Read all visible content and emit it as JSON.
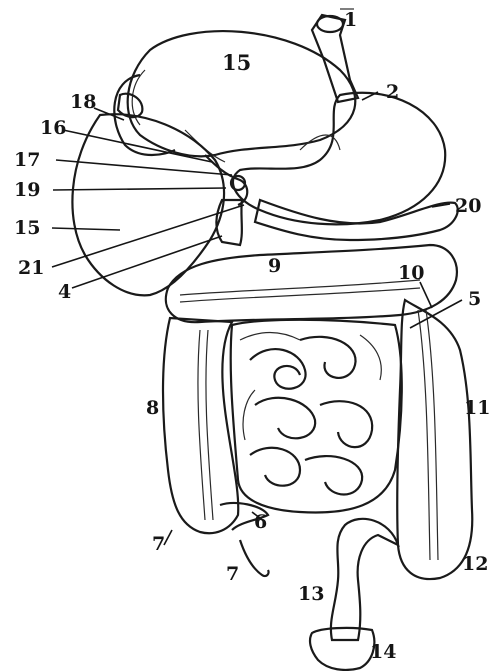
{
  "labels": {
    "l1": "1",
    "l2": "2",
    "l4": "4",
    "l5": "5",
    "l6": "6",
    "l7a": "7",
    "l7b": "7",
    "l8": "8",
    "l9": "9",
    "l10": "10",
    "l11": "11",
    "l12": "12",
    "l13": "13",
    "l14": "14",
    "l15a": "15",
    "l15b": "15",
    "l16": "16",
    "l17": "17",
    "l18": "18",
    "l19": "19",
    "l20": "20",
    "l21": "21"
  },
  "colors": {
    "ink": "#1a1a1a",
    "paper": "#ffffff",
    "organ_fill": "#f3f3f3",
    "hatch": "#555555"
  }
}
